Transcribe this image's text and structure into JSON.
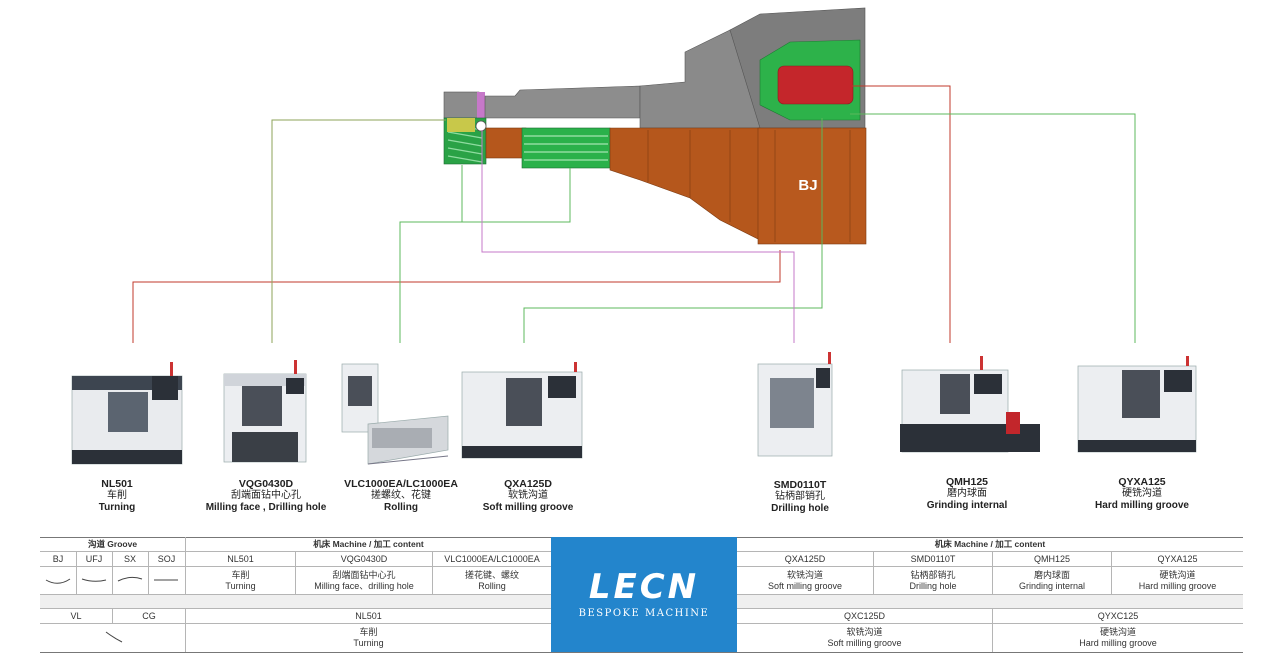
{
  "part": {
    "label": "BJ"
  },
  "machines": [
    {
      "model": "NL501",
      "cn": "车削",
      "en": "Turning"
    },
    {
      "model": "VQG0430D",
      "cn": "刮端面钻中心孔",
      "en": "Milling face , Drilling hole"
    },
    {
      "model": "VLC1000EA/LC1000EA",
      "cn": "搓螺纹、花键",
      "en": "Rolling"
    },
    {
      "model": "QXA125D",
      "cn": "软铣沟道",
      "en": "Soft milling groove"
    },
    {
      "model": "SMD0110T",
      "cn": "钻柄部销孔",
      "en": "Drilling hole"
    },
    {
      "model": "QMH125",
      "cn": "磨内球面",
      "en": "Grinding internal"
    },
    {
      "model": "QYXA125",
      "cn": "硬铣沟道",
      "en": "Hard milling groove"
    }
  ],
  "colors": {
    "red": "#c0392b",
    "green": "#5cb85c",
    "olive": "#8ea35a",
    "pink": "#c678c9",
    "orange": "#b3561a",
    "blue": "#2385cc"
  },
  "table": {
    "groove_header": "沟道 Groove",
    "groove_cols": [
      "BJ",
      "UFJ",
      "SX",
      "SOJ"
    ],
    "left_header": "机床 Machine / 加工 content",
    "right_header": "机床 Machine / 加工 content",
    "left_machines": [
      "NL501",
      "VQG0430D",
      "VLC1000EA/LC1000EA"
    ],
    "left_cn": [
      "车削",
      "刮端面钻中心孔",
      "搓花键、螺纹"
    ],
    "left_en": [
      "Turning",
      "Milling face、drilling hole",
      "Rolling"
    ],
    "right_machines": [
      "QXA125D",
      "SMD0110T",
      "QMH125",
      "QYXA125"
    ],
    "right_cn": [
      "软铣沟道",
      "钻柄部销孔",
      "磨内球面",
      "硬铣沟道"
    ],
    "right_en": [
      "Soft milling groove",
      "Drilling hole",
      "Grinding internal",
      "Hard milling groove"
    ],
    "row2_cols": [
      "VL",
      "CG"
    ],
    "row2_left_machine": "NL501",
    "row2_left_cn": "车削",
    "row2_left_en": "Turning",
    "row2_right_machines": [
      "QXC125D",
      "QYXC125"
    ],
    "row2_right_cn": [
      "软铣沟道",
      "硬铣沟道"
    ],
    "row2_right_en": [
      "Soft milling groove",
      "Hard milling groove"
    ]
  },
  "logo": {
    "brand": "LECN",
    "tagline": "BESPOKE MACHINE"
  }
}
